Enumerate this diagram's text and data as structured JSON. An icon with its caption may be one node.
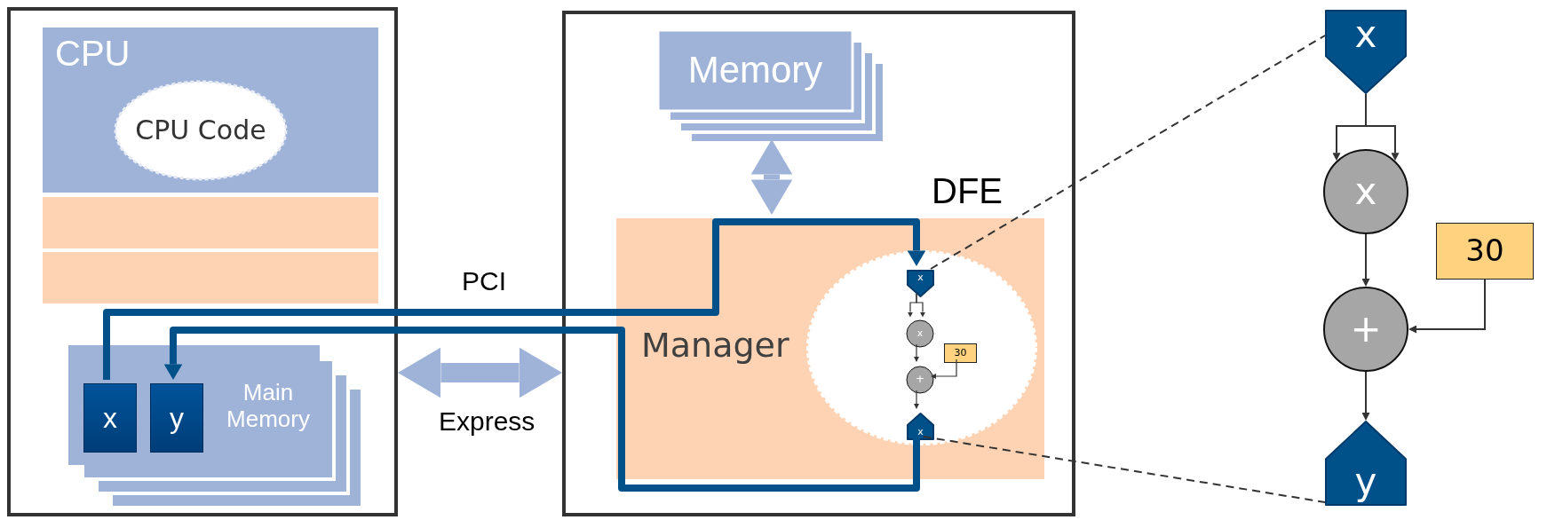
{
  "diagram": {
    "nodes": [
      {
        "text": [],
        "shape": "box"
      },
      {
        "text": [
          "CPU"
        ],
        "in": 0
      },
      {
        "text": [
          "CPU Code"
        ],
        "in": 1
      },
      {
        "text": [],
        "shape": "bar",
        "in": 0
      },
      {
        "text": [],
        "shape": "bar",
        "in": 0
      },
      {
        "text": [
          "Main Memory"
        ],
        "in": 0
      },
      {
        "text": [
          "x"
        ],
        "in": 5
      },
      {
        "text": [
          "y"
        ],
        "in": 5
      },
      {
        "text": [
          "DFE"
        ]
      },
      {
        "text": [
          "Memory"
        ],
        "in": 8
      },
      {
        "text": [
          "Manager"
        ],
        "in": 8
      },
      {
        "text": [],
        "shape": "circle",
        "in": 10
      },
      {
        "text": [
          "x"
        ],
        "in": 11
      },
      {
        "text": [
          "x"
        ],
        "in": 11
      },
      {
        "text": [
          "30"
        ],
        "in": 11
      },
      {
        "text": [
          "+"
        ],
        "in": 11
      },
      {
        "text": [
          "x"
        ],
        "in": 11
      },
      {
        "text": [
          "x"
        ]
      },
      {
        "text": [
          "x"
        ]
      },
      {
        "text": [
          "30"
        ]
      },
      {
        "text": [
          "+"
        ]
      },
      {
        "text": [
          "y"
        ]
      }
    ],
    "edges": [
      {
        "from": 6,
        "to": 12,
        "arrow": "to",
        "style": "thick",
        "color": "#00508a"
      },
      {
        "from": 16,
        "to": 7,
        "arrow": "to",
        "style": "thick",
        "color": "#00508a"
      },
      {
        "from": 0,
        "to": 8,
        "arrow": "both",
        "style": "thick",
        "color": "#9fb3d8"
      },
      {
        "from": 9,
        "to": 10,
        "arrow": "both",
        "style": "thick",
        "color": "#9fb3d8"
      },
      {
        "from": 12,
        "to": 13,
        "arrow": "to"
      },
      {
        "from": 12,
        "to": 13,
        "arrow": "to"
      },
      {
        "from": 13,
        "to": 15,
        "arrow": "to"
      },
      {
        "from": 14,
        "to": 15,
        "arrow": "to"
      },
      {
        "from": 15,
        "to": 16,
        "arrow": "to"
      },
      {
        "from": 17,
        "to": 18,
        "arrow": "to"
      },
      {
        "from": 17,
        "to": 18,
        "arrow": "to"
      },
      {
        "from": 18,
        "to": 20,
        "arrow": "to"
      },
      {
        "from": 19,
        "to": 20,
        "arrow": "to"
      },
      {
        "from": 20,
        "to": 21,
        "arrow": "to"
      },
      {
        "from": 12,
        "to": 17,
        "arrow": "none",
        "style": "dashed"
      },
      {
        "from": 16,
        "to": 21,
        "arrow": "none",
        "style": "dashed"
      }
    ],
    "labels": [
      "PCI",
      "Express"
    ]
  }
}
